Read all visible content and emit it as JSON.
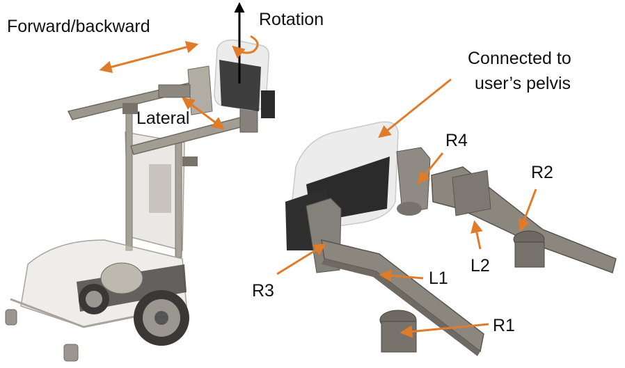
{
  "labels": {
    "forward_backward": "Forward/backward",
    "rotation": "Rotation",
    "lateral": "Lateral",
    "connected_line1": "Connected to",
    "connected_line2": "user’s pelvis",
    "r1": "R1",
    "r2": "R2",
    "r3": "R3",
    "r4": "R4",
    "l1": "L1",
    "l2": "L2"
  },
  "colors": {
    "arrow": "#e07b2a",
    "frame_metal": "#8f8a80",
    "frame_light": "#cfcbc4",
    "pad_dark": "#2b2b2b",
    "pad_light": "#ececec",
    "axis_arrow": "#000000"
  }
}
